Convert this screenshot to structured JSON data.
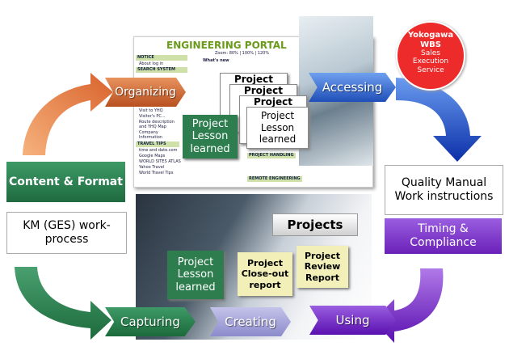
{
  "portal": {
    "title": "ENGINEERING PORTAL",
    "zoom": "Zoom: 80% | 100% | 120%",
    "sections": [
      "NOTICE",
      "SEARCH SYSTEM",
      "TRAVEL TIPS"
    ],
    "whats_new": "What's new",
    "links": [
      "About log in",
      "Visit to YHQ",
      "Visitor's PC...",
      "Route description and YHQ Map",
      "Company Information",
      "time and date.com",
      "Google Maps",
      "WORLD SITES ATLAS",
      "Yahoo Travel",
      "World Travel Tips"
    ],
    "right_sections": [
      "PROJECT HANDLING",
      "REMOTE ENGINEERING"
    ]
  },
  "yokogawa": {
    "line1": "Yokogawa",
    "line2": "WBS",
    "line3": "Sales",
    "line4": "Execution",
    "line5": "Service"
  },
  "steps": {
    "organizing": "Organizing",
    "accessing": "Accessing",
    "using": "Using",
    "creating": "Creating",
    "capturing": "Capturing"
  },
  "boxes": {
    "quality": "Quality Manual Work instructions",
    "timing": "Timing & Compliance",
    "content": "Content & Format",
    "km": "KM (GES) work-process"
  },
  "notes": {
    "lesson": "Project Lesson learned",
    "project": "Project",
    "closeout": "Project Close-out report",
    "review": "Project Review Report",
    "projects": "Projects"
  },
  "colors": {
    "orange": "#d9743f",
    "blue": "#1f4fb8",
    "purple": "#7a2bc8",
    "green": "#2e7d4f",
    "lavender": "#a9a8dc"
  }
}
